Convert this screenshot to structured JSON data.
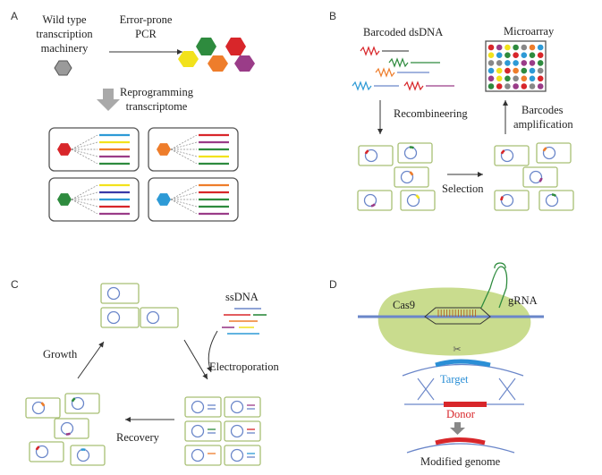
{
  "panels": {
    "a": {
      "label": "A",
      "wild_type": [
        "Wild type",
        "transcription",
        "machinery"
      ],
      "error_prone": [
        "Error-prone",
        "PCR"
      ],
      "reprogramming": [
        "Reprogramming",
        "transcriptome"
      ]
    },
    "b": {
      "label": "B",
      "barcoded": "Barcoded dsDNA",
      "microarray": "Microarray",
      "recombineering": "Recombineering",
      "barcodes_amp": [
        "Barcodes",
        "amplification"
      ],
      "selection": "Selection"
    },
    "c": {
      "label": "C",
      "ssdna": "ssDNA",
      "growth": "Growth",
      "electroporation": "Electroporation",
      "recovery": "Recovery"
    },
    "d": {
      "label": "D",
      "cas9": "Cas9",
      "grna": "gRNA",
      "target": "Target",
      "donor": "Donor",
      "modified": "Modified genome"
    }
  },
  "colors": {
    "cell_border": "#a8bf74",
    "cas9_blob": "#c9dc8e",
    "target_blue": "#2b8fd6",
    "donor_red": "#d8262a",
    "hex_red": "#d8262a",
    "hex_green": "#2e8b3e",
    "hex_yellow": "#f2e21c",
    "hex_orange": "#ee7d2b",
    "hex_purple": "#9a3c88",
    "hex_blue": "#2d9ad6",
    "hex_gray": "#9a9a9a"
  }
}
